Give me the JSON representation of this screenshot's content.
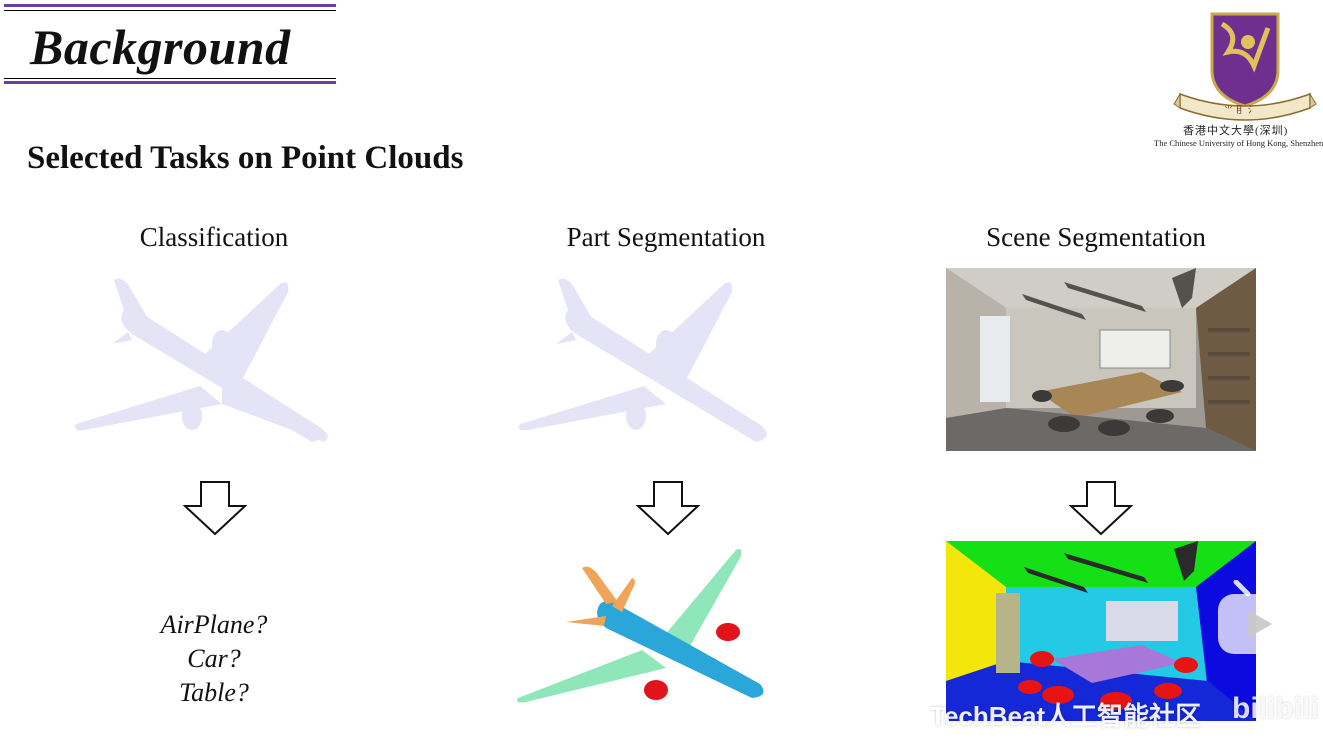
{
  "header": {
    "title": "Background"
  },
  "section": {
    "subtitle": "Selected Tasks on Point Clouds"
  },
  "logo": {
    "chinese_name": "香港中文大學(深圳)",
    "english_name": "The Chinese University of Hong Kong, Shenzhen"
  },
  "columns": [
    {
      "title": "Classification"
    },
    {
      "title": "Part Segmentation"
    },
    {
      "title": "Scene Segmentation"
    }
  ],
  "classification": {
    "answers": [
      "AirPlane?",
      "Car?",
      "Table?"
    ]
  },
  "watermark": {
    "text": "TechBeat人工智能社区",
    "platform": "bilibili"
  },
  "colors": {
    "accent_purple": "#6b3fa0",
    "plane_lavender": "#e4e4f6",
    "part_body": "#2aa6d8",
    "part_wing": "#8fe6b8",
    "part_tail": "#f0a45a",
    "part_engine": "#e0141a"
  }
}
